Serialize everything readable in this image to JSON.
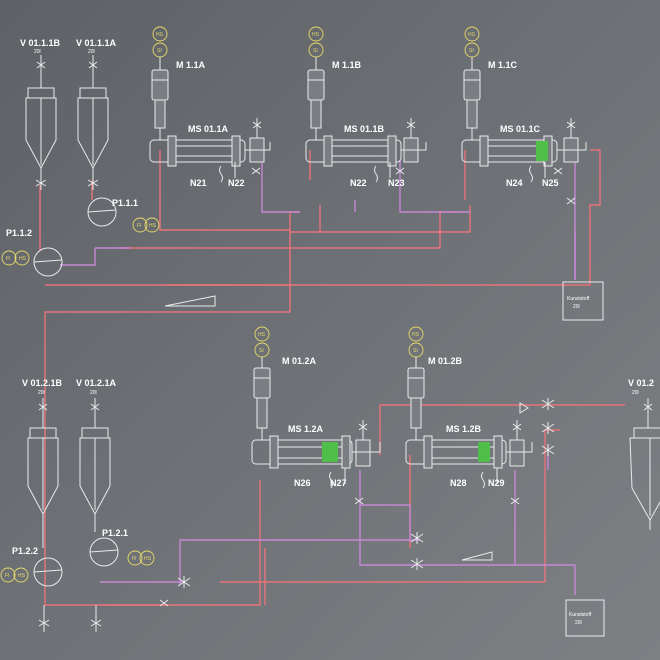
{
  "labels": {
    "tank_111b": "V 01.1.1B",
    "tank_111a": "V 01.1.1A",
    "tank_111b_vol": "20l",
    "tank_111a_vol": "20l",
    "tank_121b": "V 01.2.1B",
    "tank_121a": "V 01.2.1A",
    "tank_121b_vol": "20l",
    "tank_121a_vol": "20l",
    "tank_right": "V 01.2",
    "tank_right_vol": "20l",
    "motor_11a": "M 1.1A",
    "motor_11b": "M 1.1B",
    "motor_11c": "M 1.1C",
    "motor_12a": "M 01.2A",
    "motor_12b": "M 01.2B",
    "ms_011a": "MS 01.1A",
    "ms_011b": "MS 01.1B",
    "ms_011c": "MS 01.1C",
    "ms_12a": "MS 1.2A",
    "ms_12b": "MS 1.2B",
    "n21": "N21",
    "n22a": "N22",
    "n22b": "N22",
    "n23": "N23",
    "n24": "N24",
    "n25": "N25",
    "n26": "N26",
    "n27": "N27",
    "n28": "N28",
    "n29": "N29",
    "p111": "P1.1.1",
    "p112": "P1.1.2",
    "p121": "P1.2.1",
    "p122": "P1.2.2",
    "box_top_1": "Kunststoff",
    "box_top_2": "20l",
    "box_bot_1": "Kunststoff",
    "box_bot_2": "20l",
    "inst_hs": "HS",
    "inst_si": "SI",
    "inst_fi": "FI",
    "inst_hs2": "HS"
  },
  "colors": {
    "background": "#6a6e72",
    "pipe_red": "#e8737a",
    "pipe_purple": "#c687d6",
    "equipment": "#e9eaec",
    "instrument": "#e6d86a",
    "green_pack": "#4fbf4a"
  }
}
